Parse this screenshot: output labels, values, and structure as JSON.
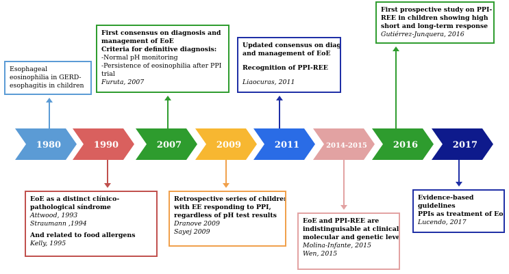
{
  "timeline": [
    {
      "year": "1980",
      "color": "#5B9BD5"
    },
    {
      "year": "1990",
      "color": "#D9605E"
    },
    {
      "year": "2007",
      "color": "#2E9C2E"
    },
    {
      "year": "2009",
      "color": "#F7B731"
    },
    {
      "year": "2011",
      "color": "#2A6CE6"
    },
    {
      "year": "2014-2015",
      "color": "#E2A2A2"
    },
    {
      "year": "2016",
      "color": "#2E9C2E"
    },
    {
      "year": "2017",
      "color": "#0E1A8C"
    }
  ],
  "events": {
    "e1980": {
      "color": "#5B9BD5",
      "lines": [
        "Esophageal",
        "eosinophilia in GERD-",
        "esophagitis in children"
      ]
    },
    "e1990": {
      "color": "#C0504D",
      "title": [
        "EoE as a distinct clínico-",
        "pathological síndrome"
      ],
      "refs": [
        "Attwood, 1993",
        "Straumann ,1994"
      ],
      "title2": "And related to food allergens",
      "refs2": [
        "Kelly, 1995"
      ]
    },
    "e2007": {
      "color": "#2E9C2E",
      "title": [
        "First consensus on diagnosis and",
        "management of EoE",
        "Criteria for definitive diagnosis:"
      ],
      "lines": [
        "-Normal pH monitoring",
        "-Persistence of eosinophilia after PPI",
        "trial"
      ],
      "ref": "Furuta, 2007"
    },
    "e2009": {
      "color": "#F0A04B",
      "title": [
        "Retrospective series of children",
        "with EE responding to PPI,",
        "regardless of pH test results"
      ],
      "refs": [
        "Dranove 2009",
        "Sayej 2009"
      ]
    },
    "e2011": {
      "color": "#1F2FA6",
      "title": [
        "Updated consensus on diagnosis",
        "and management of EoE"
      ],
      "title2": "Recognition of PPI-REE",
      "ref": "Liaocuras, 2011"
    },
    "e2014": {
      "color": "#E2A2A2",
      "title": [
        "EoE and PPI-REE are",
        "indistinguisable at clinical,",
        "molecular and genetic levels"
      ],
      "refs": [
        "Molina-Infante, 2015",
        "Wen, 2015"
      ]
    },
    "e2016": {
      "color": "#2E9C2E",
      "title": [
        "First prospective study on PPI-",
        "REE in children showing high",
        "short and long-term response"
      ],
      "ref": "Gutiérrez-Junquera, 2016"
    },
    "e2017": {
      "color": "#1F2FA6",
      "title": [
        "Evidence-based",
        "guidelines",
        "PPIs  as treatment of EoE"
      ],
      "ref": "Lucendo, 2017"
    }
  }
}
